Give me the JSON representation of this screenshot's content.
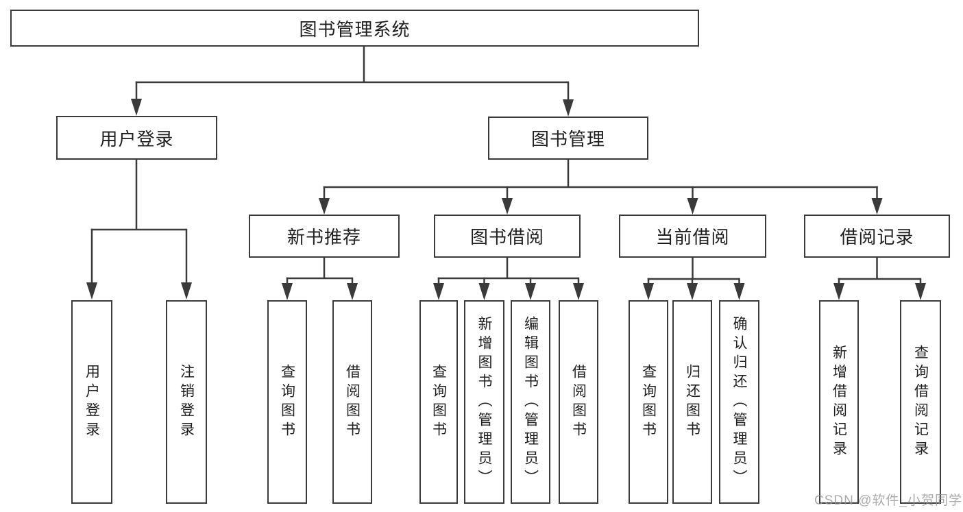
{
  "colors": {
    "line": "#3a3a3a",
    "text": "#1e1e1e",
    "background": "#ffffff",
    "watermark": "#949494"
  },
  "watermark": "CSDN @软件_小贺同学",
  "tree": {
    "root": "图书管理系统",
    "branches": [
      {
        "label": "用户登录",
        "children": [
          "用户登录",
          "注销登录"
        ]
      },
      {
        "label": "图书管理",
        "children": [
          {
            "label": "新书推荐",
            "children": [
              "查询图书",
              "借阅图书"
            ]
          },
          {
            "label": "图书借阅",
            "children": [
              "查询图书",
              "新增图书（管理员）",
              "编辑图书（管理员）",
              "借阅图书"
            ]
          },
          {
            "label": "当前借阅",
            "children": [
              "查询图书",
              "归还图书",
              "确认归还（管理员）"
            ]
          },
          {
            "label": "借阅记录",
            "children": [
              "新增借阅记录",
              "查询借阅记录"
            ]
          }
        ]
      }
    ]
  }
}
